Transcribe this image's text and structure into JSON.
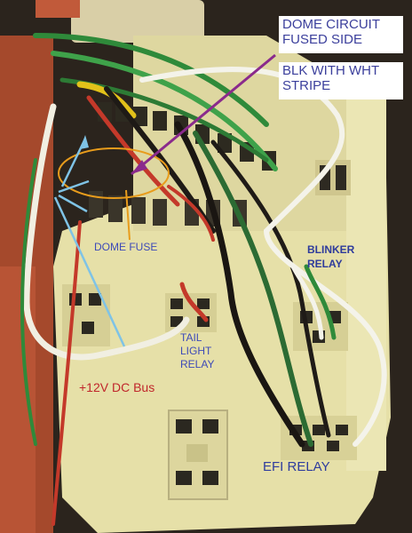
{
  "annotations": {
    "dome_circuit_fused_side": "DOME CIRCUIT FUSED SIDE",
    "blk_with_wht_stripe": "BLK WITH WHT STRIPE",
    "dome_fuse": "DOME FUSE",
    "blinker_relay": "BLINKER\nRELAY",
    "tail_light_relay": "TAIL\nLIGHT\nRELAY",
    "dc_bus": "+12V DC Bus",
    "efi_relay": "EFI RELAY"
  },
  "colors": {
    "fuse_box_body": "#e6e0a8",
    "label_blue": "#3d4ab8",
    "label_red": "#c0262b",
    "arrow_purple": "#8a2a8c",
    "arrow_light_blue": "#7fc3e6",
    "highlight_orange": "#e89c1c"
  }
}
